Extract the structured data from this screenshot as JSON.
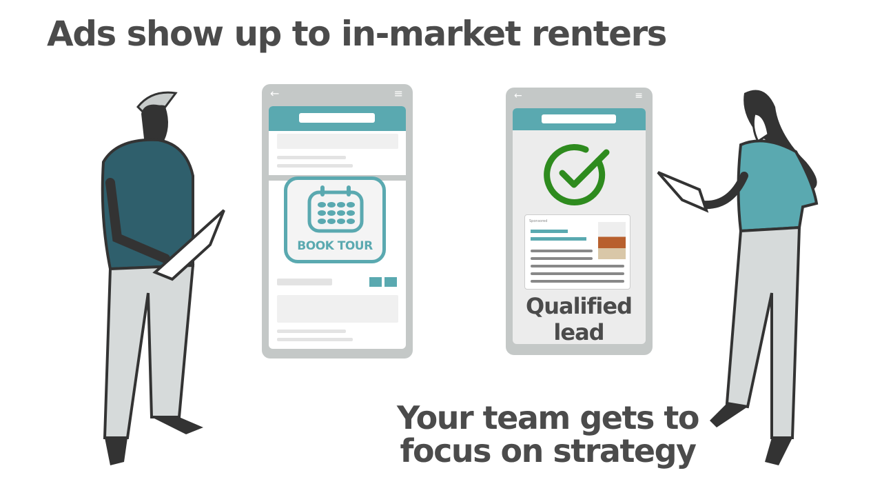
{
  "headline": "Ads show up to in-market renters",
  "caption": "Your team gets to focus on strategy",
  "left_phone": {
    "cta_label": "BOOK TOUR",
    "cta_icon": "calendar-icon",
    "back_icon": "arrow-left-icon",
    "menu_icon": "hamburger-icon"
  },
  "right_phone": {
    "status_icon": "check-circle-icon",
    "ad_label": "Sponsored",
    "result_label": "Qualified lead"
  },
  "colors": {
    "teal": "#5aa9b0",
    "green": "#2e8b1e",
    "text": "#4b4b4b",
    "phone": "#c4c8c7",
    "shirt_left": "#2f5f6c",
    "shirt_right": "#5aa9b0"
  }
}
